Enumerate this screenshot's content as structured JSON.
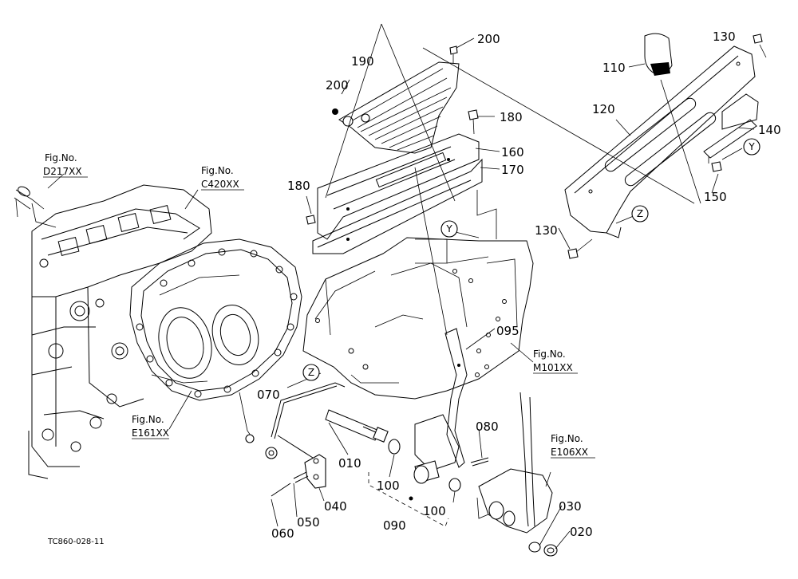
{
  "diagram_code": "TC860-028-11",
  "part_labels": {
    "p010": "010",
    "p020": "020",
    "p030": "030",
    "p040": "040",
    "p050": "050",
    "p060": "060",
    "p070": "070",
    "p080": "080",
    "p090": "090",
    "p095": "095",
    "p100a": "100",
    "p100b": "100",
    "p110": "110",
    "p120": "120",
    "p130a": "130",
    "p130b": "130",
    "p140": "140",
    "p150": "150",
    "p160": "160",
    "p170": "170",
    "p180a": "180",
    "p180b": "180",
    "p190": "190",
    "p200a": "200",
    "p200b": "200"
  },
  "figure_refs": {
    "d217": {
      "title": "Fig.No.",
      "code": "D217XX"
    },
    "c420": {
      "title": "Fig.No.",
      "code": "C420XX"
    },
    "e161": {
      "title": "Fig.No.",
      "code": "E161XX"
    },
    "m101": {
      "title": "Fig.No.",
      "code": "M101XX"
    },
    "e106": {
      "title": "Fig.No.",
      "code": "E106XX"
    }
  },
  "markers": {
    "y_top": "Y",
    "y_right": "Y",
    "z_right": "Z",
    "z_left": "Z"
  }
}
